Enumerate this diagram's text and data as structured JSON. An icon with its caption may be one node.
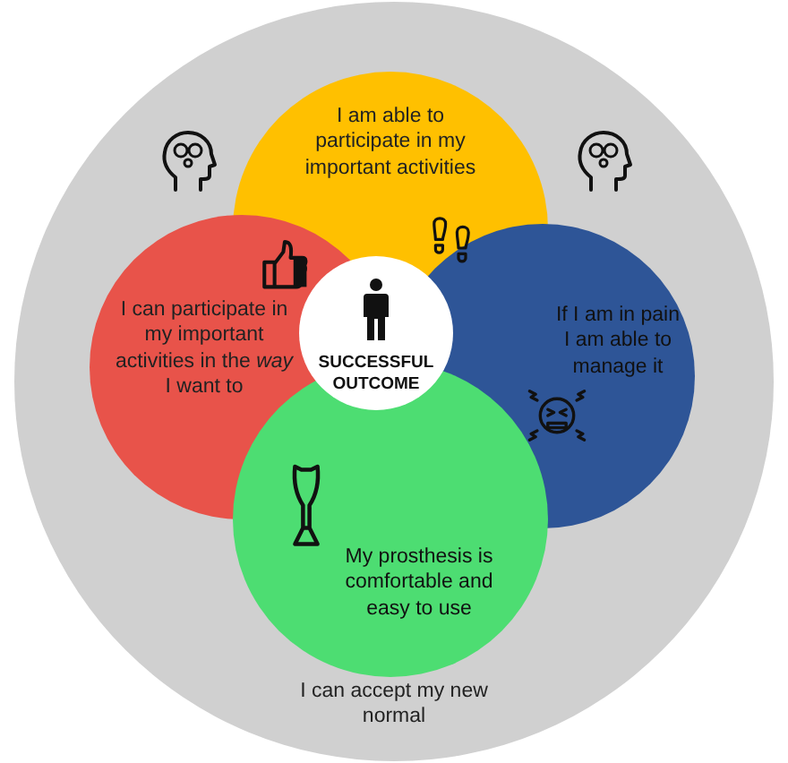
{
  "diagram": {
    "nodes": [
      {
        "text": [
          "I can accept my new normal"
        ]
      },
      {
        "text": [
          "I am able to participate in my important activities"
        ],
        "in": 0
      },
      {
        "text": [
          "I can participate in my important activities in the *way* I want to"
        ],
        "in": 0
      },
      {
        "text": [
          "If I am in pain I am able to manage it"
        ],
        "in": 0
      },
      {
        "text": [
          "SUCCESSFUL OUTCOME"
        ],
        "in": 0
      },
      {
        "text": [
          "My prosthesis is comfortable and easy to use"
        ],
        "in": 0
      }
    ]
  }
}
